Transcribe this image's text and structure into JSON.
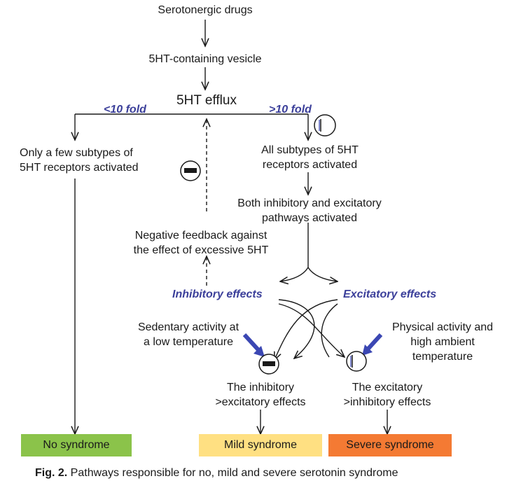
{
  "nodes": {
    "drugs": "Serotonergic drugs",
    "vesicle": "5HT-containing vesicle",
    "efflux": "5HT efflux",
    "lt10": "<10 fold",
    "gt10": ">10 fold",
    "few_1": "Only a few subtypes of",
    "few_2": "5HT receptors activated",
    "all_1": "All subtypes of 5HT",
    "all_2": "receptors activated",
    "both_1": "Both inhibitory and excitatory",
    "both_2": "pathways activated",
    "neg_1": "Negative feedback against",
    "neg_2": "the effect of excessive 5HT",
    "inh_effects": "Inhibitory effects",
    "exc_effects": "Excitatory effects",
    "sed_1": "Sedentary activity at",
    "sed_2": "a low temperature",
    "phys_1": "Physical activity and",
    "phys_2": "high ambient",
    "phys_3": "temperature",
    "inh_gt_1": "The inhibitory",
    "inh_gt_2": ">excitatory effects",
    "exc_gt_1": "The excitatory",
    "exc_gt_2": ">inhibitory effects"
  },
  "outcomes": {
    "none": "No syndrome",
    "mild": "Mild syndrome",
    "severe": "Severe syndrome"
  },
  "caption": {
    "label": "Fig. 2.",
    "text": " Pathways responsible for no, mild and severe serotonin syndrome"
  },
  "colors": {
    "label_blue": "#3b3f9a",
    "arrow_blue": "#3b47b3",
    "no_syndrome": "#8bc34a",
    "mild_syndrome": "#ffe082",
    "severe_syndrome": "#f47a33"
  }
}
